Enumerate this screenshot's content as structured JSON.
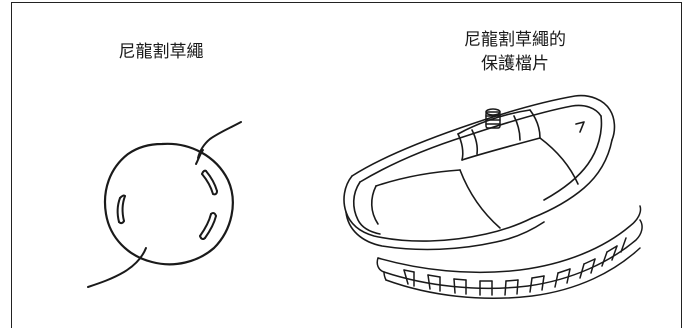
{
  "labels": {
    "trimmer_line": "尼龍割草繩",
    "guard_line1": "尼龍割草繩的",
    "guard_line2": "保護檔片"
  },
  "colors": {
    "ink": "#1a1a1a",
    "frame": "#222222",
    "background": "#ffffff"
  }
}
